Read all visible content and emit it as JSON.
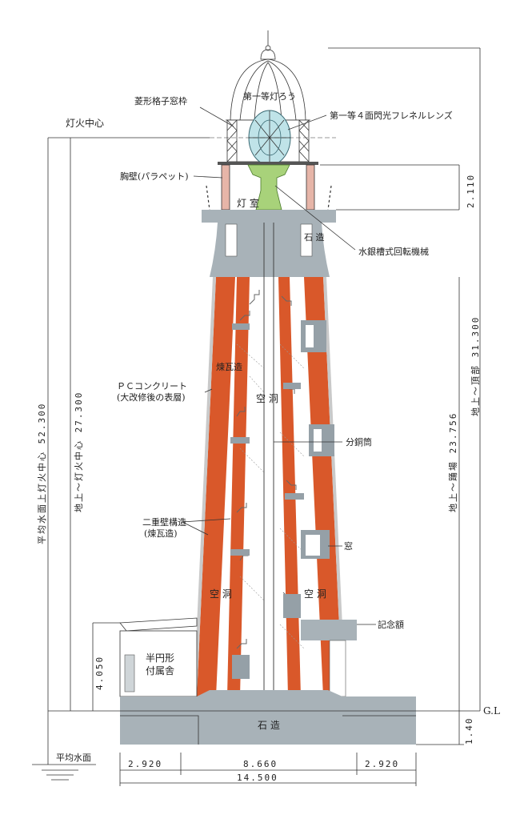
{
  "labels": {
    "lamp_fire_center": "灯火中心",
    "lattice_frame": "菱形格子窓枠",
    "first_order_lantern": "第一等灯ろう",
    "fresnel_lens": "第一等４面閃光フレネルレンズ",
    "parapet": "胸壁(パラペット)",
    "lamp_room": "灯 室",
    "stone_top": "石 造",
    "mercury_mechanism": "水銀槽式回転機械",
    "brick": "煉瓦造",
    "pc_concrete_1": "ＰＣコンクリート",
    "pc_concrete_2": "(大改修後の表層)",
    "hollow": "空 洞",
    "copper_pipe": "分銅筒",
    "double_wall_1": "二重壁構造",
    "double_wall_2": "(煉瓦造)",
    "hollow_left": "空 洞",
    "hollow_right": "空 洞",
    "window": "窓",
    "plaque": "記念額",
    "annex_1": "半円形",
    "annex_2": "付属舎",
    "stone_base": "石 造",
    "gl": "G.L",
    "mean_sea_level": "平均水面"
  },
  "dimensions": {
    "parapet_height": "2.110",
    "ground_to_top": "地上～頂部 31.300",
    "ground_to_platform": "地上～踊場 23.756",
    "ground_to_fire_center": "地上～灯火中心 27.300",
    "sea_to_fire_center": "平均水面上灯火中心 52.300",
    "annex_height": "4.050",
    "base_height": "1.40",
    "left_width": "2.920",
    "center_width": "8.660",
    "right_width": "2.920",
    "total_width": "14.500"
  },
  "colors": {
    "brick": "#d9582a",
    "stone": "#a8b2b8",
    "lens": "#bfe3e8",
    "mechanism": "#a8d27a"
  }
}
